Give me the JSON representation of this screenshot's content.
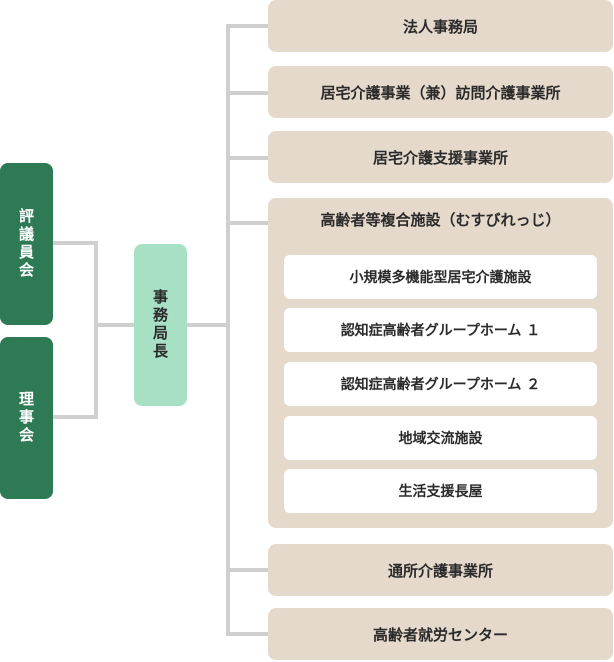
{
  "left_boxes": [
    "評議員会",
    "理事会"
  ],
  "center_box": "事務局長",
  "units": [
    "法人事務局",
    "居宅介護事業（兼）訪問介護事業所",
    "居宅介護支援事業所"
  ],
  "group": {
    "title": "高齢者等複合施設（むすびれっじ）",
    "items": [
      "小規模多機能型居宅介護施設",
      "認知症高齢者グループホーム １",
      "認知症高齢者グループホーム ２",
      "地域交流施設",
      "生活支援長屋"
    ]
  },
  "bottom_units": [
    "通所介護事業所",
    "高齢者就労センター"
  ],
  "colors": {
    "green": "#2d7a55",
    "mint": "#a8e0c6",
    "beige": "#e5d9cc",
    "connector": "#cfcfcf"
  }
}
